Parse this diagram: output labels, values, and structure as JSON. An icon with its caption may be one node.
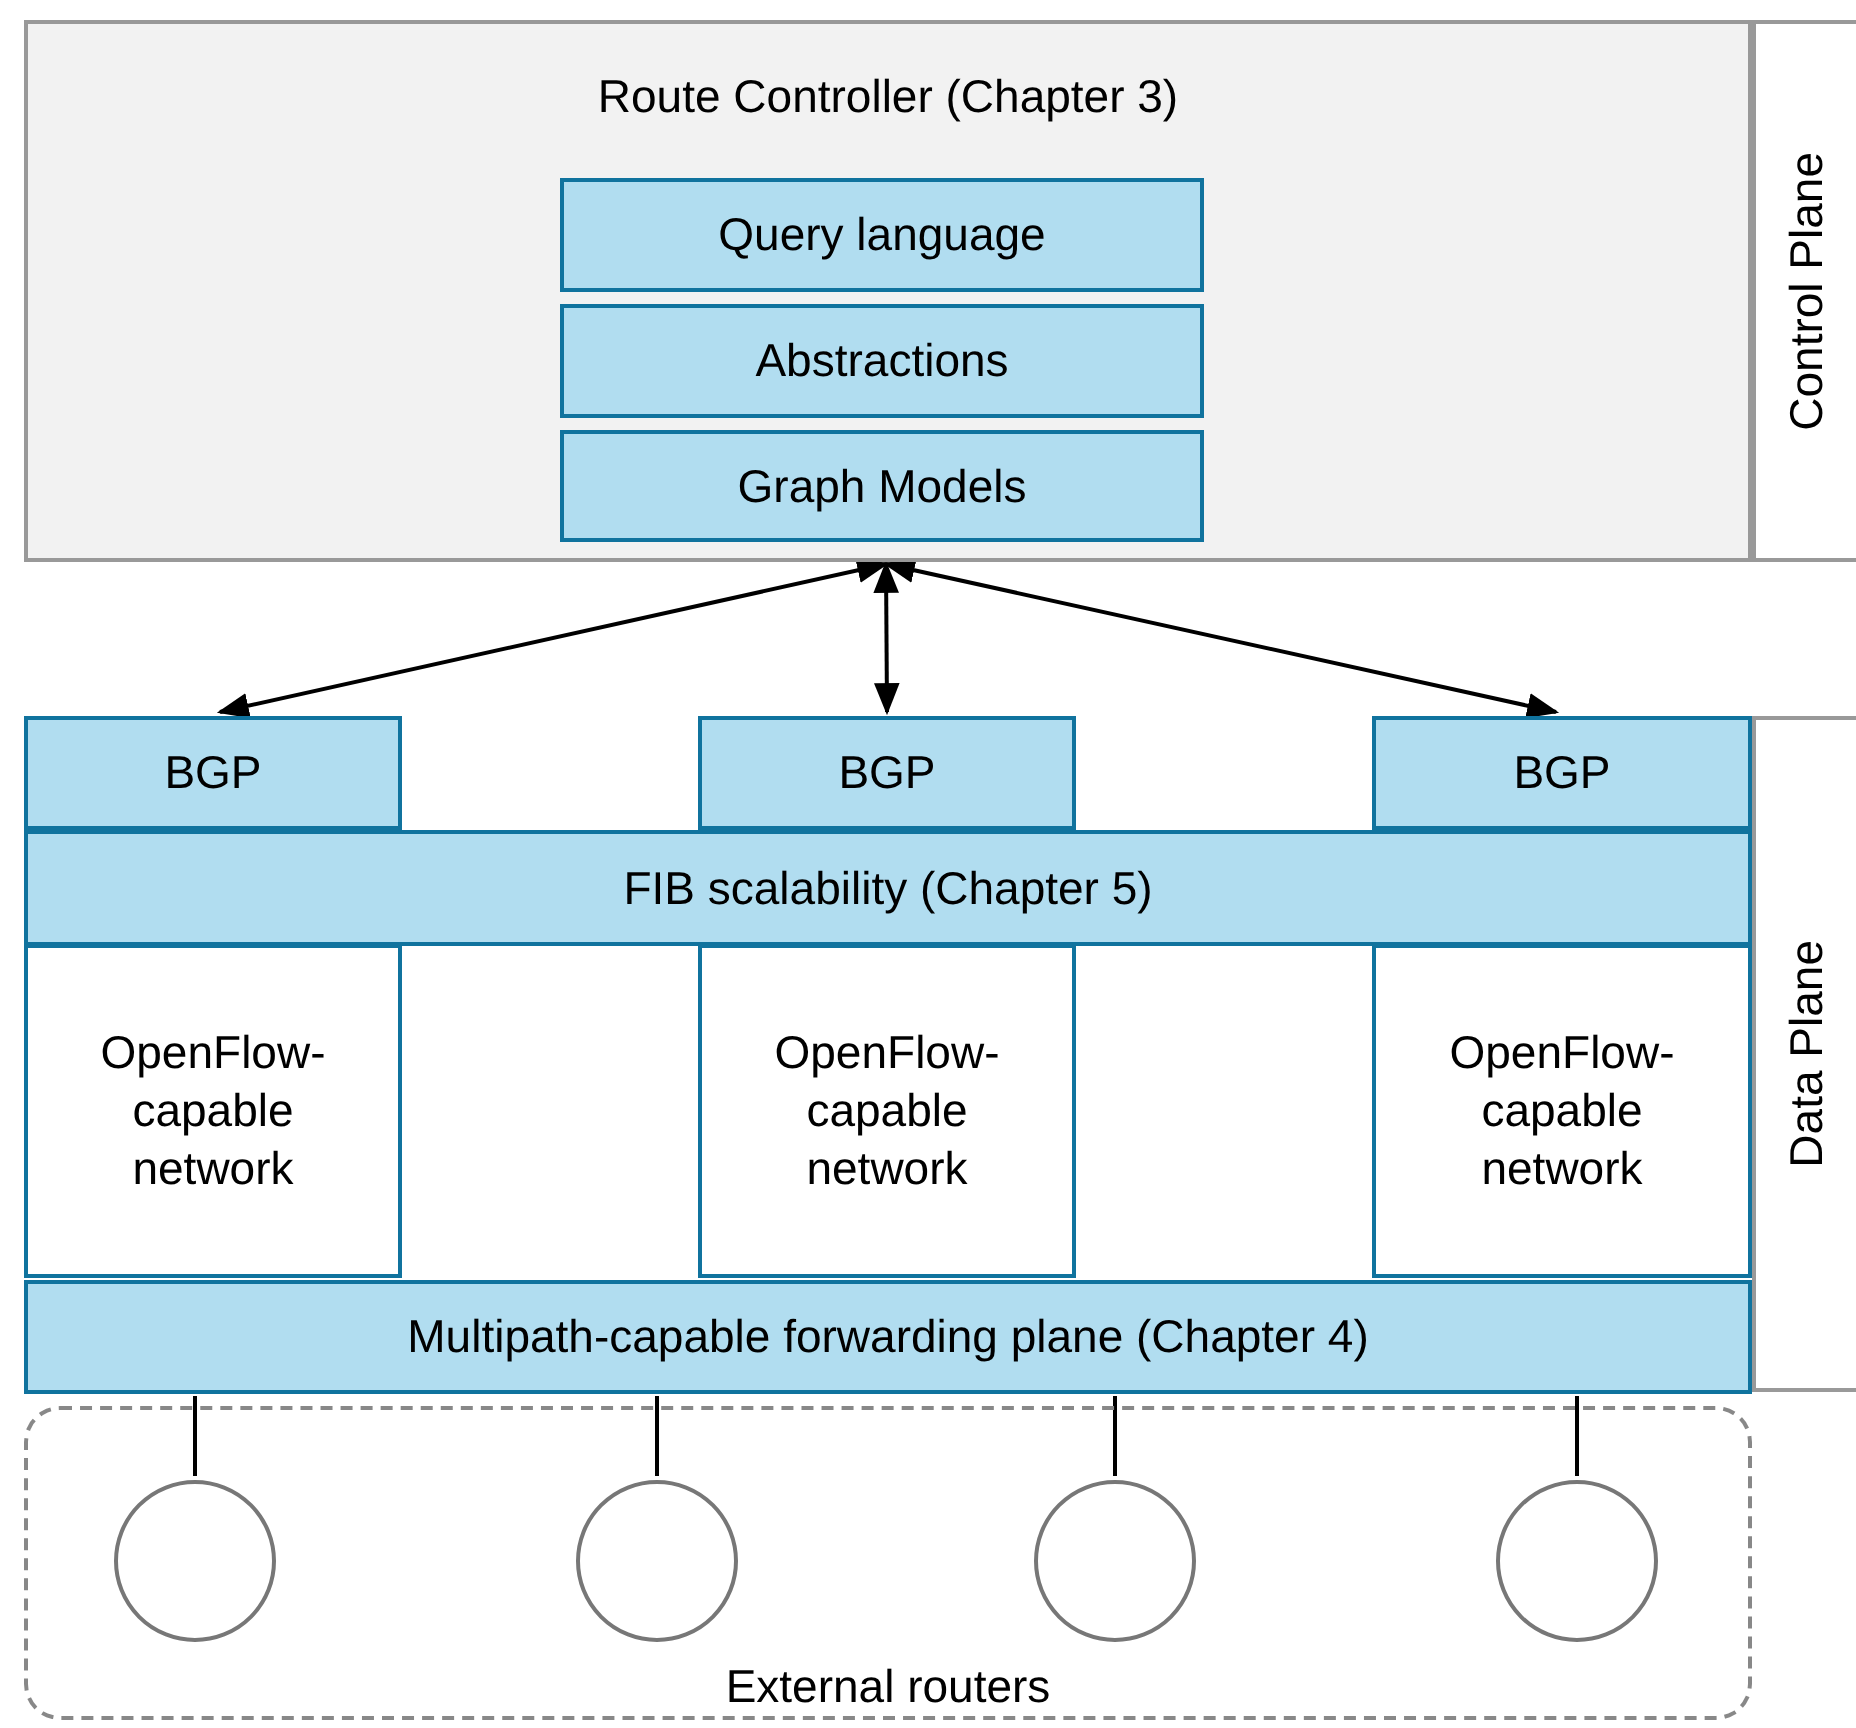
{
  "diagram": {
    "nodes": [
      {
        "text": [
          "Route Controller (Chapter 3)"
        ]
      },
      {
        "text": [
          "Query language"
        ],
        "in": 0
      },
      {
        "text": [
          "Abstractions"
        ],
        "in": 0
      },
      {
        "text": [
          "Graph Models"
        ],
        "in": 0
      },
      {
        "text": [
          "Control Plane"
        ]
      },
      {
        "text": [
          "BGP"
        ]
      },
      {
        "text": [
          "BGP"
        ]
      },
      {
        "text": [
          "BGP"
        ]
      },
      {
        "text": [
          "FIB scalability (Chapter 5)"
        ]
      },
      {
        "text": [
          "OpenFlow-capable network"
        ]
      },
      {
        "text": [
          "OpenFlow-capable network"
        ]
      },
      {
        "text": [
          "OpenFlow-capable network"
        ]
      },
      {
        "text": [
          "Multipath-capable forwarding plane (Chapter 4)"
        ]
      },
      {
        "text": [
          "Data Plane"
        ]
      },
      {
        "text": [
          "External routers"
        ]
      },
      {
        "text": [],
        "shape": "circle",
        "in": 14
      },
      {
        "text": [],
        "shape": "circle",
        "in": 14
      },
      {
        "text": [],
        "shape": "circle",
        "in": 14
      },
      {
        "text": [],
        "shape": "circle",
        "in": 14
      }
    ],
    "edges": [
      {
        "from": 0,
        "to": 5,
        "arrow": "both"
      },
      {
        "from": 0,
        "to": 6,
        "arrow": "both"
      },
      {
        "from": 0,
        "to": 7,
        "arrow": "both"
      },
      {
        "from": 12,
        "to": 15,
        "arrow": "none"
      },
      {
        "from": 12,
        "to": 16,
        "arrow": "none"
      },
      {
        "from": 12,
        "to": 17,
        "arrow": "none"
      },
      {
        "from": 12,
        "to": 18,
        "arrow": "none"
      }
    ]
  }
}
